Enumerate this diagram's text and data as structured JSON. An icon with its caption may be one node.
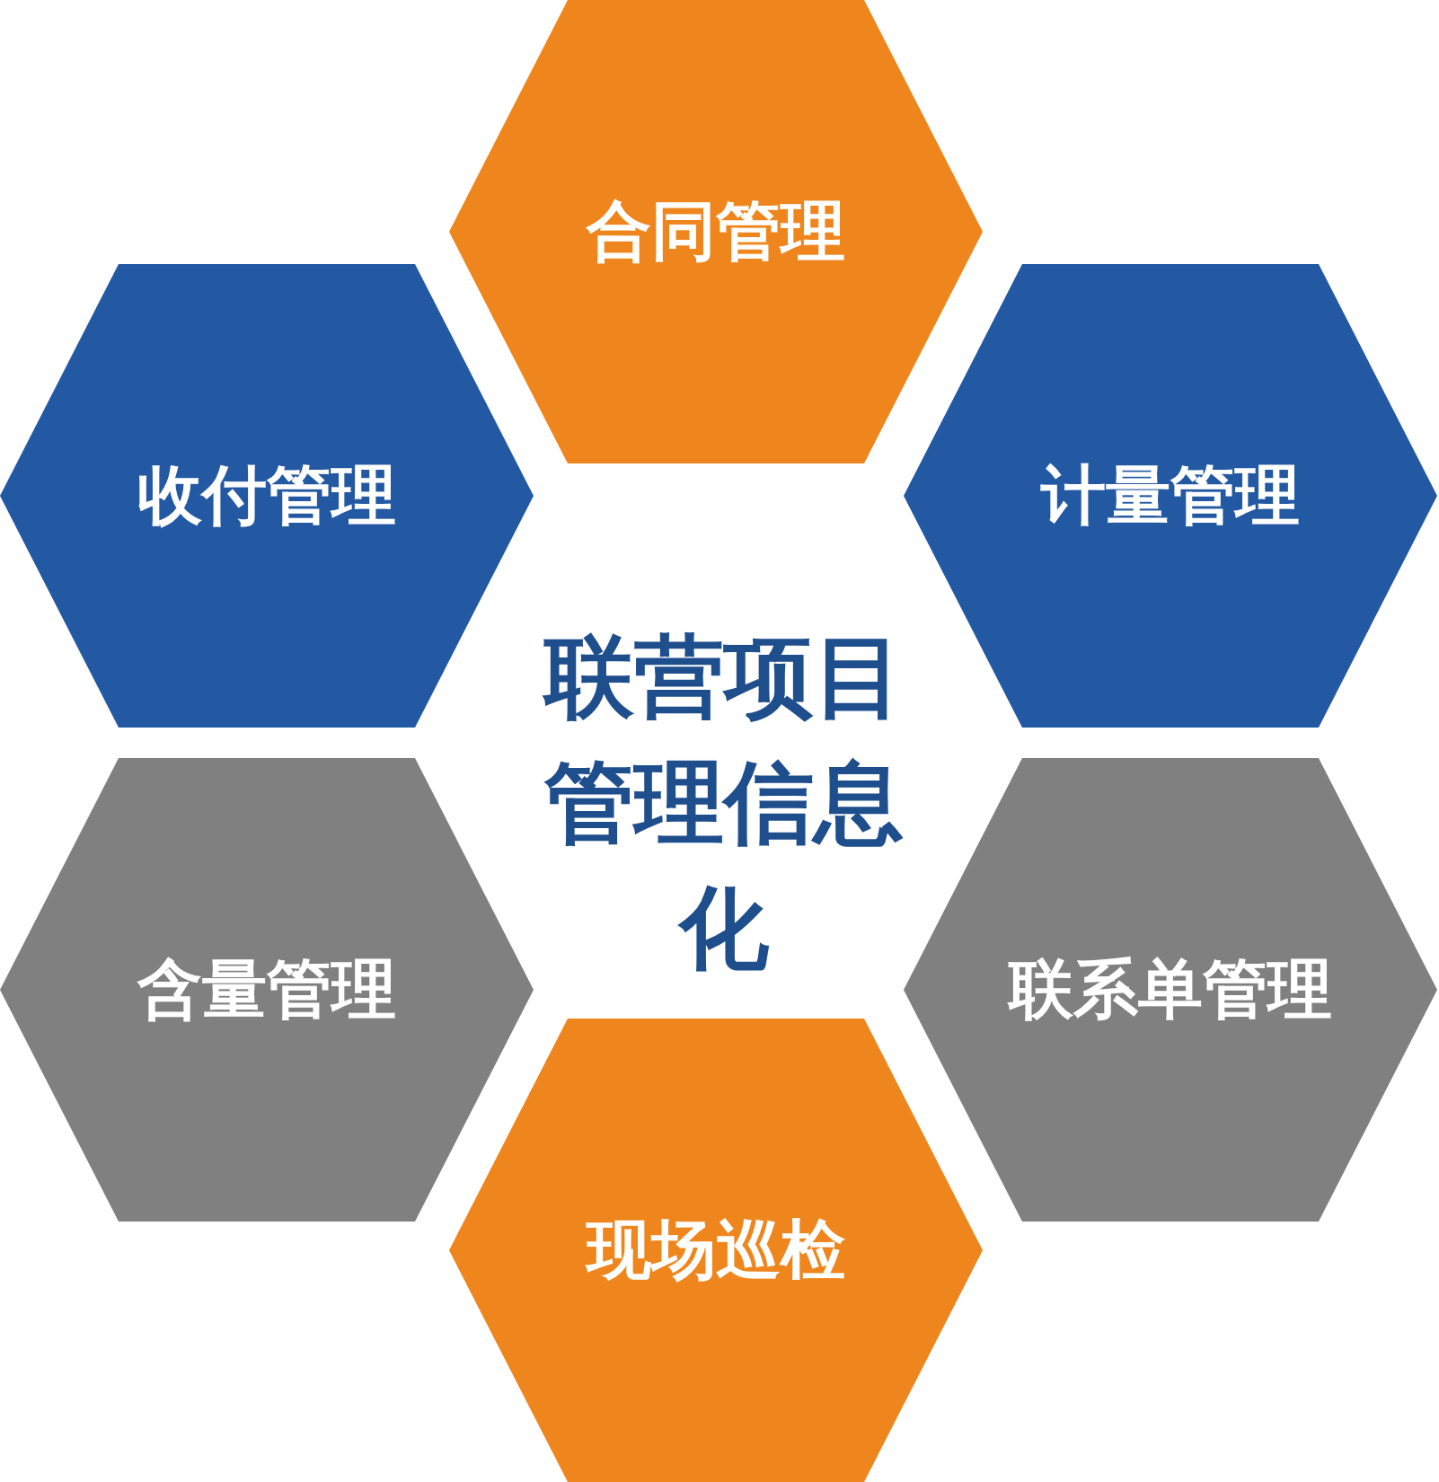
{
  "diagram": {
    "title": "联营项目管理信息化",
    "nodes": [
      {
        "text": [
          "合同管理"
        ]
      },
      {
        "text": [
          "收付管理"
        ]
      },
      {
        "text": [
          "计量管理"
        ]
      },
      {
        "text": [
          "含量管理"
        ]
      },
      {
        "text": [
          "联系单管理"
        ]
      },
      {
        "text": [
          "现场巡检"
        ]
      }
    ]
  }
}
